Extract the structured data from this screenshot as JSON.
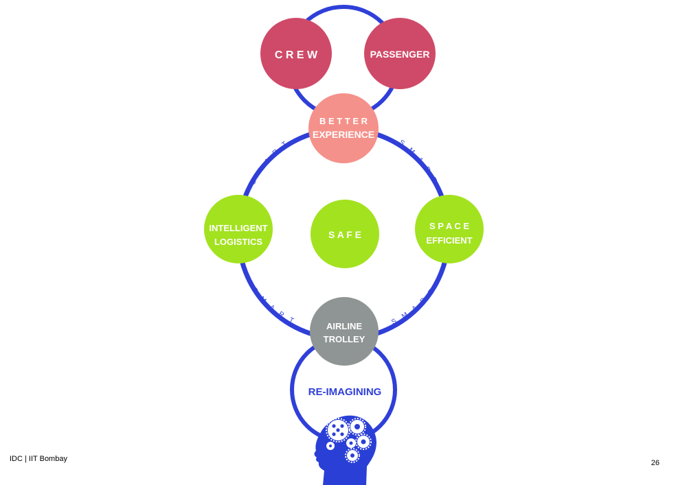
{
  "colors": {
    "ring": "#2f3fd8",
    "crimson": "#cf4a68",
    "salmon": "#f4918a",
    "lime": "#a3e21f",
    "gray": "#8f9594",
    "head": "#2a3fd6"
  },
  "nodes": {
    "crew": "C R E W",
    "passenger": "PASSENGER",
    "better": {
      "line1": "B E T T E R",
      "line2": "EXPERIENCE"
    },
    "intelligent": {
      "line1": "INTELLIGENT",
      "line2": "LOGISTICS"
    },
    "safe": "S A F E",
    "space": {
      "line1": "S P A C E",
      "line2": "EFFICIENT"
    },
    "airline": {
      "line1": "AIRLINE",
      "line2": "TROLLEY"
    }
  },
  "arc_labels": {
    "top_left": "S M A R T",
    "top_right": "S M A R T",
    "bottom_left": "S M A R T",
    "bottom_right": "S M A R T"
  },
  "reimagining": "RE-IMAGINING",
  "icons": {
    "head": "head-with-gears-icon"
  },
  "footer": {
    "left": "IDC | IIT Bombay",
    "page": "26"
  }
}
